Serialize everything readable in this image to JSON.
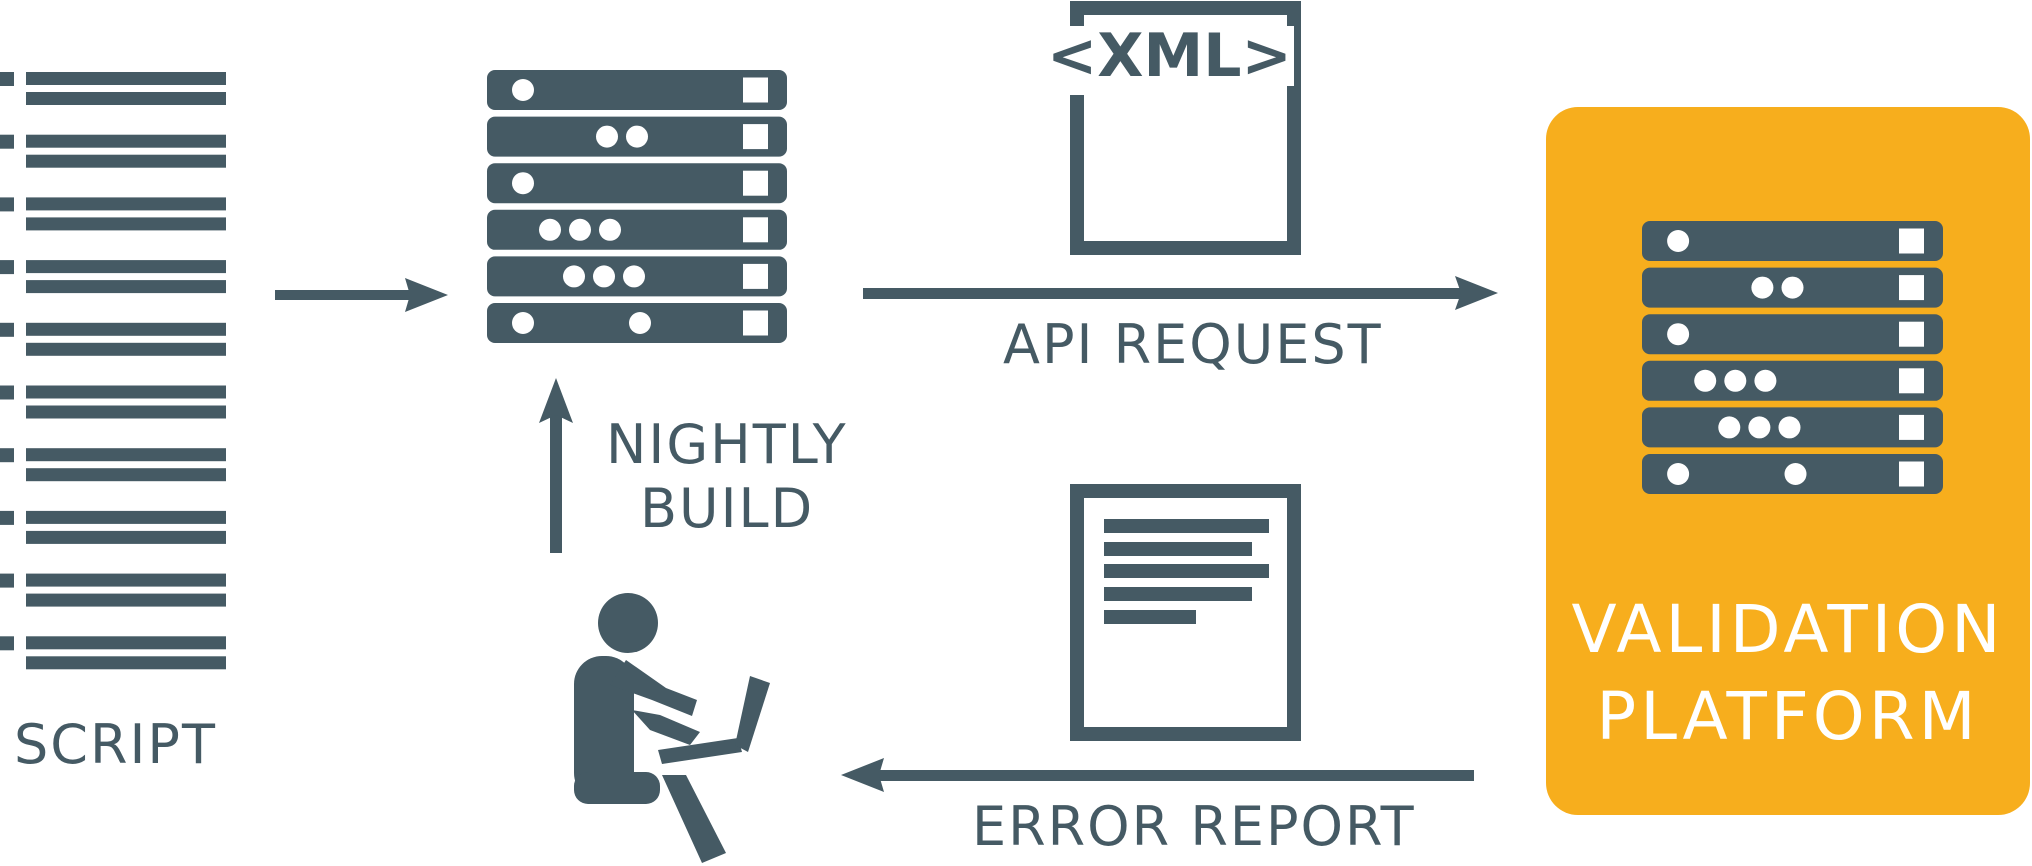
{
  "labels": {
    "script": "SCRIPT",
    "nightly_build_line1": "NIGHTLY",
    "nightly_build_line2": "BUILD",
    "api_request": "API REQUEST",
    "error_report": "ERROR REPORT",
    "xml_tag": "<XML>",
    "platform_line1": "VALIDATION",
    "platform_line2": "PLATFORM"
  },
  "colors": {
    "icon": "#455a64",
    "platform_bg": "#f7ae1d",
    "white": "#ffffff"
  },
  "icons": [
    "script-icon",
    "server-icon",
    "xml-document-icon",
    "person-laptop-icon",
    "report-document-icon",
    "server-icon"
  ],
  "server_units_dots": [
    1,
    2,
    1,
    3,
    3,
    2
  ]
}
